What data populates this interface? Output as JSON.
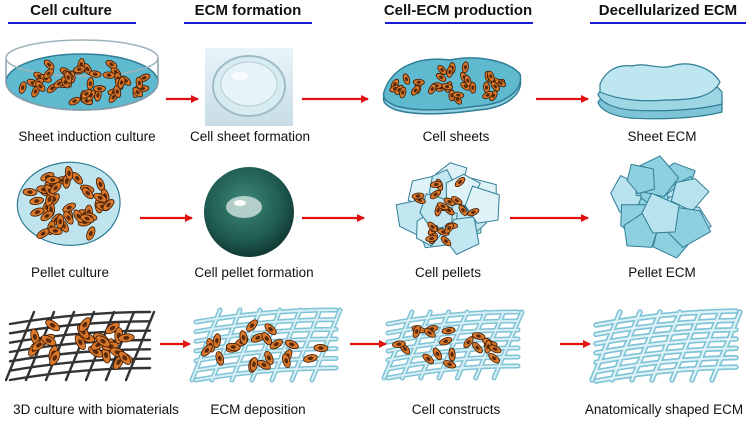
{
  "headers": {
    "cell_culture": "Cell culture",
    "ecm_formation": "ECM formation",
    "cell_ecm_production": "Cell-ECM production",
    "decellularized_ecm": "Decellularized ECM"
  },
  "rows": {
    "sheet": {
      "culture": "Sheet induction culture",
      "formation": "Cell sheet formation",
      "production": "Cell sheets",
      "ecm": "Sheet ECM"
    },
    "pellet": {
      "culture": "Pellet culture",
      "formation": "Cell pellet formation",
      "production": "Cell pellets",
      "ecm": "Pellet ECM"
    },
    "scaffold": {
      "culture": "3D culture with biomaterials",
      "formation": "ECM deposition",
      "production": "Cell constructs",
      "ecm": "Anatomically shaped ECM"
    }
  },
  "colors": {
    "header_underline": "#1a1ad6",
    "arrow": "#e01010",
    "cell_fill": "#d9772a",
    "cell_nucleus": "#5a2a0a",
    "ecm_fill": "#a8dce8",
    "ecm_stroke": "#3a8aa8",
    "dish_fill": "#5fb9cf",
    "fiber": "#333333"
  }
}
